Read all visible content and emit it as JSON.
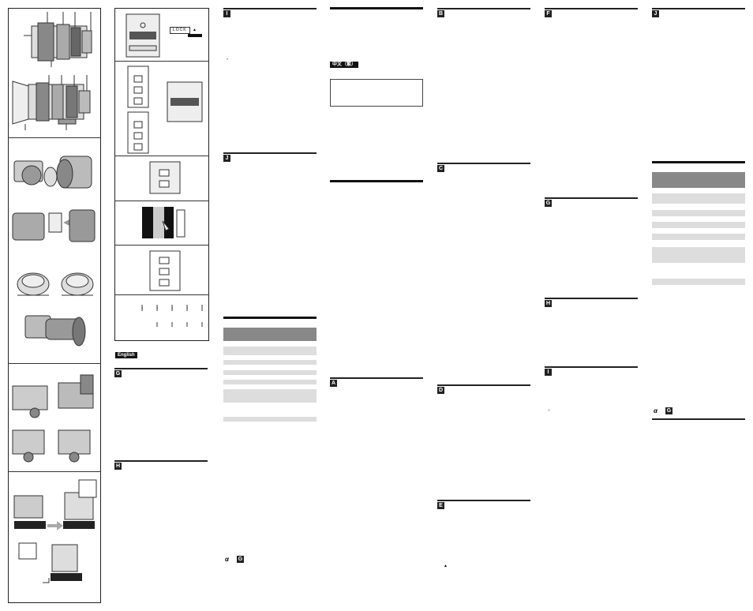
{
  "illustrations": {
    "lock_label": "LOCK",
    "lock_arrow": "▲"
  },
  "columns": {
    "col1": {
      "lang_tag": "English",
      "sections": [
        "G",
        "H"
      ]
    },
    "col2": {
      "sections": [
        "I",
        "J"
      ],
      "symbol": "\"",
      "logos": [
        "α",
        "G"
      ]
    },
    "col3": {
      "lang_tag": "中文（繁）",
      "sections": [
        "A"
      ]
    },
    "col4": {
      "sections": [
        "B",
        "C",
        "D",
        "E"
      ],
      "arrow": "▲"
    },
    "col5": {
      "sections": [
        "F",
        "G",
        "H",
        "I"
      ],
      "dash": "–"
    },
    "col6": {
      "sections": [
        "J"
      ],
      "logos": [
        "α",
        "G"
      ]
    }
  }
}
